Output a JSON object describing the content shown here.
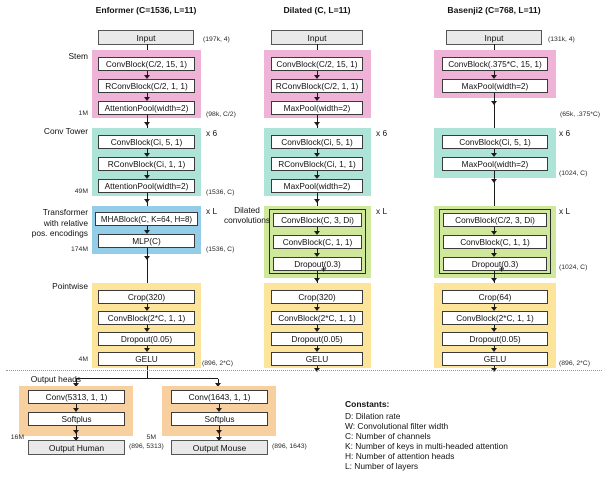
{
  "columns": [
    {
      "title": "Enformer (C=1536, L=11)",
      "input": "Input",
      "input_annot": "(197k, 4)",
      "stem": [
        "ConvBlock(C/2, 15, 1)",
        "RConvBlock(C/2, 1, 1)",
        "AttentionPool(width=2)"
      ],
      "stem_annot": "(98k, C/2)",
      "tower": [
        "ConvBlock(Ci, 5, 1)",
        "RConvBlock(Ci, 1, 1)",
        "AttentionPool(width=2)"
      ],
      "tower_repeat": "x 6",
      "tower_annot": "(1536, C)",
      "transformer": [
        "MHABlock(C, K=64, H=8)",
        "MLP(C)"
      ],
      "transformer_repeat": "x L",
      "transformer_annot": "(1536, C)",
      "pointwise": [
        "Crop(320)",
        "ConvBlock(2*C, 1, 1)",
        "Dropout(0.05)",
        "GELU"
      ],
      "pointwise_annot": "(896, 2*C)"
    },
    {
      "title": "Dilated (C, L=11)",
      "input": "Input",
      "stem": [
        "ConvBlock(C/2, 15, 1)",
        "RConvBlock(C/2, 1, 1)",
        "MaxPool(width=2)"
      ],
      "tower": [
        "ConvBlock(Ci, 5, 1)",
        "RConvBlock(Ci, 1, 1)",
        "MaxPool(width=2)"
      ],
      "tower_repeat": "x 6",
      "dilated": [
        "ConvBlock(C, 3, Di)",
        "ConvBlock(C, 1, 1)",
        "Dropout(0.3)"
      ],
      "dilated_repeat": "x L",
      "residual_plus": "+",
      "pointwise": [
        "Crop(320)",
        "ConvBlock(2*C, 1, 1)",
        "Dropout(0.05)",
        "GELU"
      ]
    },
    {
      "title": "Basenji2 (C=768, L=11)",
      "input": "Input",
      "input_annot": "(131k, 4)",
      "stem": [
        "ConvBlock(.375*C, 15, 1)",
        "MaxPool(width=2)"
      ],
      "stem_annot": "(65k, .375*C)",
      "tower": [
        "ConvBlock(Ci, 5, 1)",
        "MaxPool(width=2)"
      ],
      "tower_repeat": "x 6",
      "tower_annot": "(1024, C)",
      "dilated": [
        "ConvBlock(C/2, 3, Di)",
        "ConvBlock(C, 1, 1)",
        "Dropout(0.3)"
      ],
      "dilated_repeat": "x L",
      "dilated_annot": "(1024, C)",
      "residual_plus": "+",
      "pointwise": [
        "Crop(64)",
        "ConvBlock(2*C, 1, 1)",
        "Dropout(0.05)",
        "GELU"
      ],
      "pointwise_annot": "(896, 2*C)"
    }
  ],
  "left_labels": {
    "stem": "Stem",
    "stem_params": "1M",
    "tower": "Conv Tower",
    "tower_params": "49M",
    "transformer": "Transformer\nwith relative\npos. encodings",
    "transformer_params": "174M",
    "pointwise": "Pointwise",
    "pointwise_params": "4M",
    "output_heads": "Output heads"
  },
  "dilated_conv_label": "Dilated\nconvolutions",
  "output_heads": [
    {
      "conv": "Conv(5313, 1, 1)",
      "activation": "Softplus",
      "output": "Output Human",
      "params": "16M",
      "annot": "(896, 5313)"
    },
    {
      "conv": "Conv(1643, 1, 1)",
      "activation": "Softplus",
      "output": "Output Mouse",
      "params": "5M",
      "annot": "(896, 1643)"
    }
  ],
  "constants": {
    "title": "Constants:",
    "items": [
      "D: Dilation rate",
      "W: Convolutional filter width",
      "C: Number of channels",
      "K: Number of keys in multi-headed attention",
      "H: Number of attention heads",
      "L: Number of layers"
    ]
  },
  "colors": {
    "stem": "#eeb3d7",
    "conv_tower": "#aee3d8",
    "transformer": "#93cde7",
    "dilated": "#cfe89b",
    "pointwise": "#fce49a",
    "output_heads": "#f8cf9f",
    "io_box": "#e9e9e9"
  }
}
